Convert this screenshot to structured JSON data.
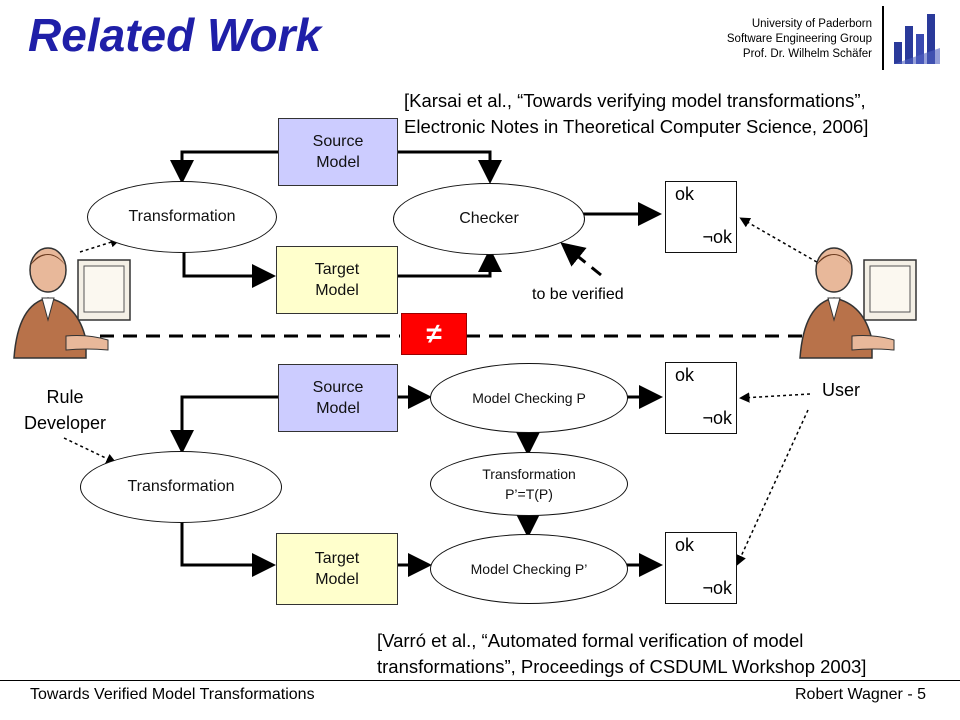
{
  "header": {
    "title": "Related Work",
    "university": [
      "University of Paderborn",
      "Software Engineering Group",
      "Prof. Dr. Wilhelm Schäfer"
    ]
  },
  "references": {
    "top": [
      "[Karsai et al., “Towards verifying model transformations”,",
      "Electronic Notes in Theoretical Computer Science, 2006]"
    ],
    "bottom": [
      "[Varró et al., “Automated formal verification of model",
      "transformations”, Proceedings of CSDUML Workshop 2003]"
    ]
  },
  "diagram": {
    "top": {
      "source_model": "Source Model",
      "target_model": "Target Model",
      "transformation": "Transformation",
      "checker": "Checker",
      "ok": "ok",
      "not_ok": "¬ok",
      "to_be_verified": "to be verified"
    },
    "neq": "≠",
    "bottom": {
      "source_model": "Source Model",
      "target_model": "Target Model",
      "transformation": "Transformation",
      "model_checking_p": "Model Checking P",
      "transformation_p": "Transformation P’=T(P)",
      "model_checking_p2": "Model Checking P’",
      "ok1": "ok",
      "not_ok1": "¬ok",
      "ok2": "ok",
      "not_ok2": "¬ok"
    },
    "actors": {
      "rule_developer": "Rule Developer",
      "user": "User"
    }
  },
  "footer": {
    "left": "Towards Verified Model Transformations",
    "right": "Robert Wagner - 5"
  },
  "colors": {
    "title": "#1f1fa8",
    "source": "#ccccff",
    "target": "#ffffcc",
    "neq": "#ff0000"
  }
}
